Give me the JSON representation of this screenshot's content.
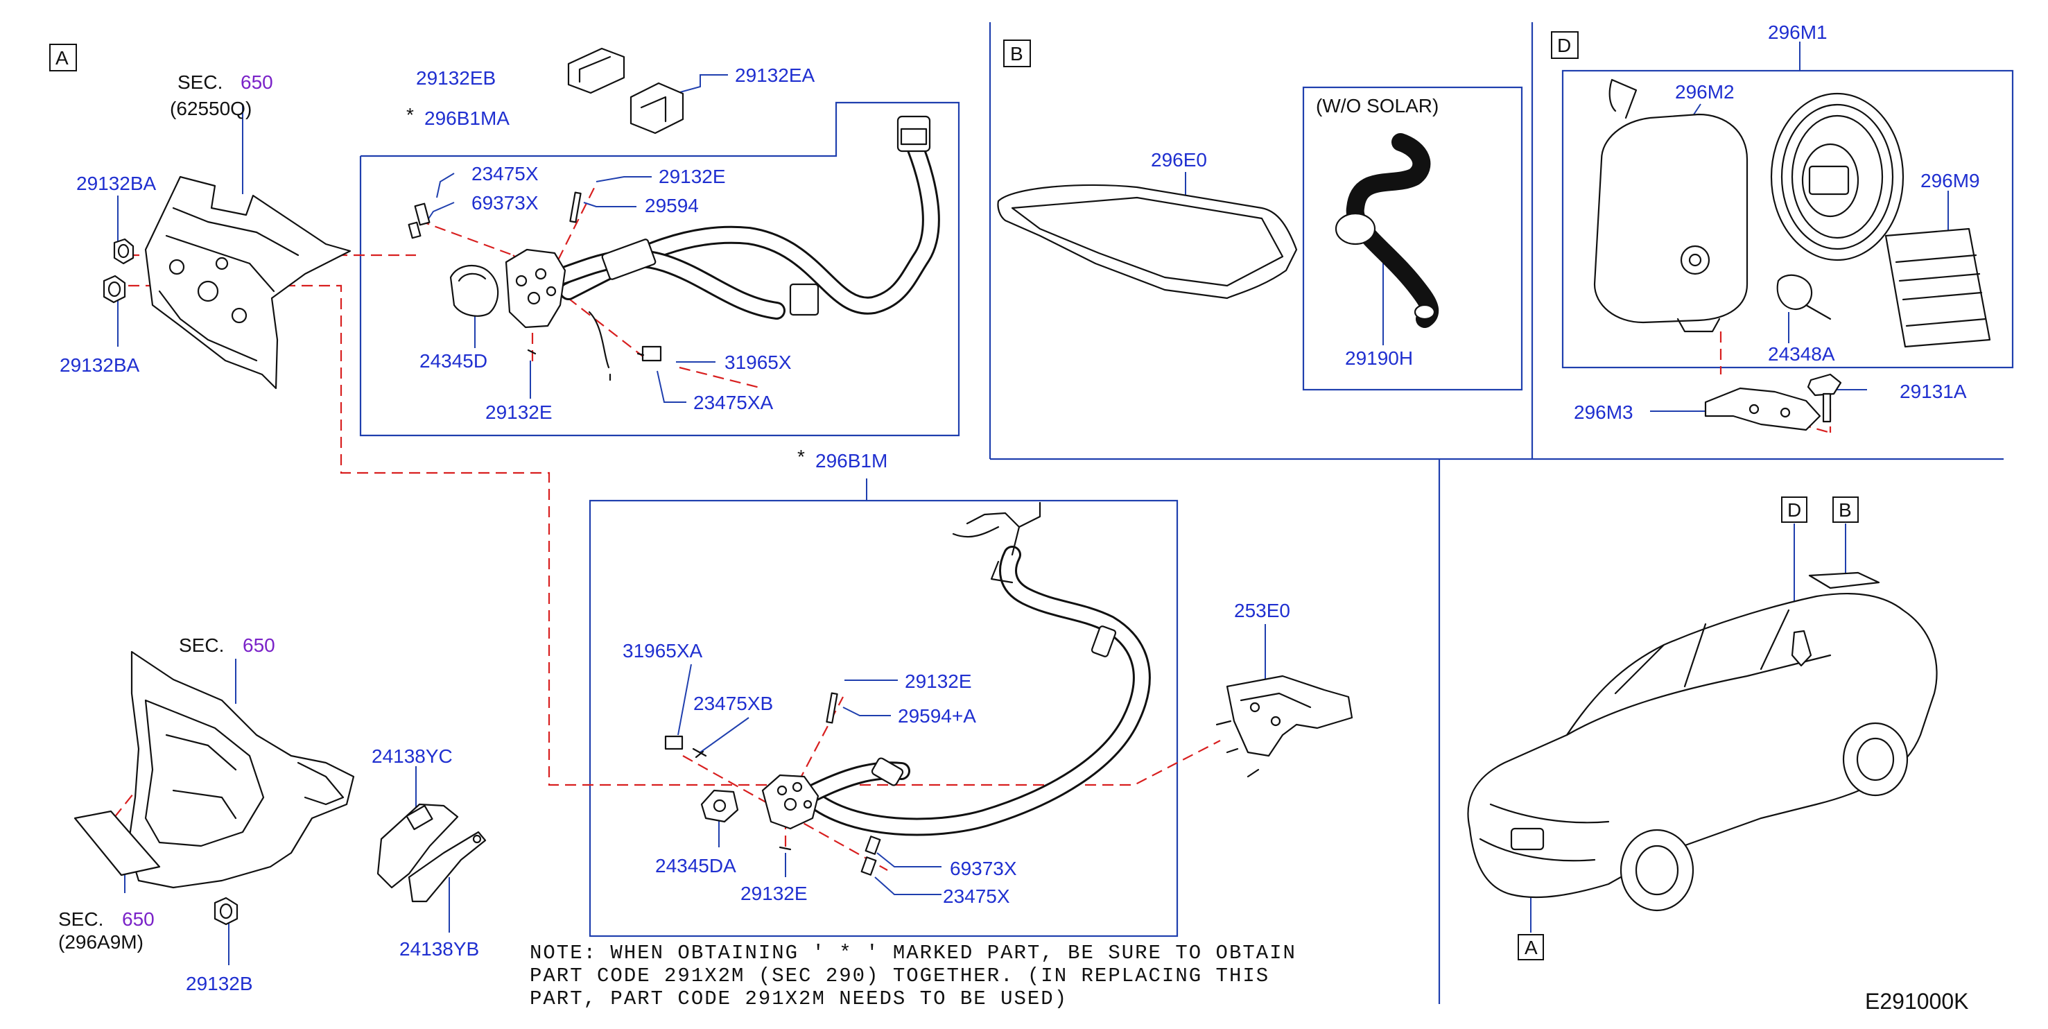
{
  "diagram_code": "E291000K",
  "sections": {
    "A": {
      "tag": "A"
    },
    "B": {
      "tag": "B"
    },
    "D": {
      "tag": "D"
    }
  },
  "car_callouts": {
    "D": "D",
    "B": "B",
    "A": "A"
  },
  "sec_refs": [
    {
      "prefix": "SEC.",
      "num": "650",
      "code": "(62550Q)"
    },
    {
      "prefix": "SEC.",
      "num": "650"
    },
    {
      "prefix": "SEC.",
      "num": "650",
      "code": "(296A9M)"
    }
  ],
  "wo_solar": "(W/O  SOLAR)",
  "labels": {
    "p29132EB": "29132EB",
    "p29132EA": "29132EA",
    "p296B1MA": "296B1MA",
    "p23475X_top": "23475X",
    "p69373X_top": "69373X",
    "p29132E_top": "29132E",
    "p29594": "29594",
    "p29132BA_top": "29132BA",
    "p29132BA_bot": "29132BA",
    "p24345D": "24345D",
    "p29132E_mid": "29132E",
    "p31965X": "31965X",
    "p23475XA": "23475XA",
    "p296E0": "296E0",
    "p29190H": "29190H",
    "p296M1": "296M1",
    "p296M2": "296M2",
    "p296M9": "296M9",
    "p24348A": "24348A",
    "p296M3": "296M3",
    "p29131A": "29131A",
    "p296B1M": "296B1M",
    "p31965XA": "31965XA",
    "p23475XB": "23475XB",
    "p29132E_low": "29132E",
    "p29594A": "29594+A",
    "p24345DA": "24345DA",
    "p29132E_bot": "29132E",
    "p69373X_bot": "69373X",
    "p23475X_bot": "23475X",
    "p253E0": "253E0",
    "p24138YC": "24138YC",
    "p24138YB": "24138YB",
    "p29132B": "29132B"
  },
  "asterisk": "*",
  "note_lines": [
    "NOTE: WHEN OBTAINING ' * ' MARKED PART, BE SURE TO OBTAIN",
    "PART CODE 291X2M (SEC 290) TOGETHER. (IN REPLACING THIS",
    "PART, PART CODE 291X2M NEEDS TO BE USED)"
  ],
  "colors": {
    "label": "#1f2fd0",
    "sec_number": "#7a22c8",
    "frame": "#1f3fae",
    "phantom_line": "#d81f1f",
    "ink": "#111111"
  }
}
